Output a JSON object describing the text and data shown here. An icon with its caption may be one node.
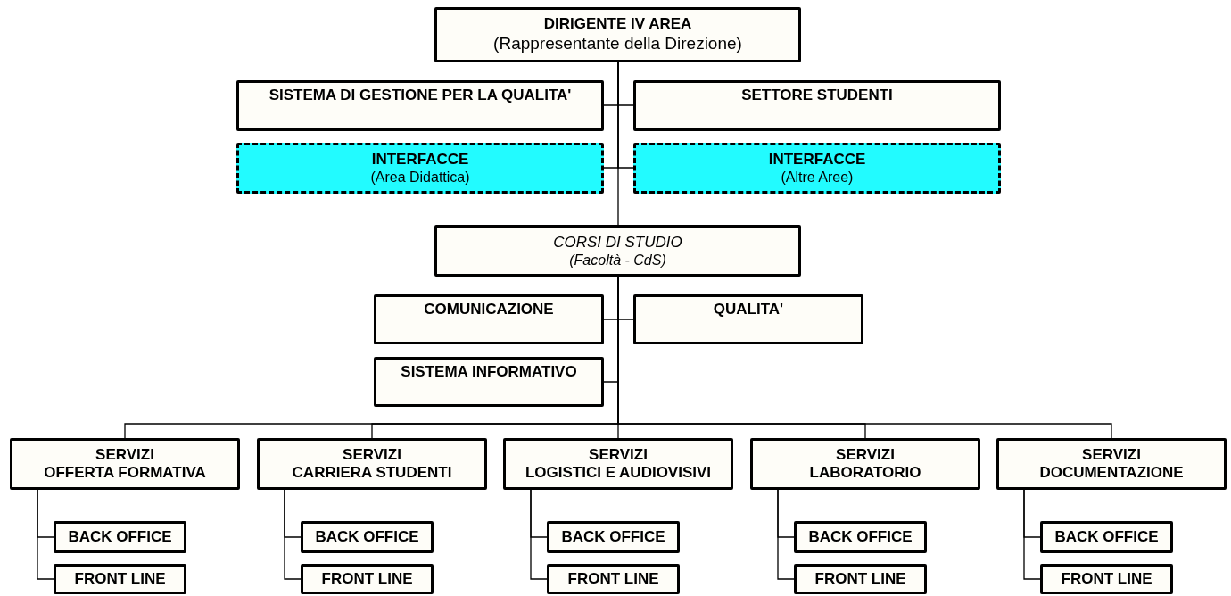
{
  "diagram": {
    "nodes": [
      {
        "text": [
          "DIRIGENTE IV AREA",
          "(Rappresentante della Direzione)"
        ]
      },
      {
        "text": [
          "SISTEMA DI GESTIONE PER LA QUALITA'"
        ]
      },
      {
        "text": [
          "SETTORE STUDENTI"
        ]
      },
      {
        "text": [
          "INTERFACCE",
          "(Area Didattica)"
        ]
      },
      {
        "text": [
          "INTERFACCE",
          "(Altre Aree)"
        ]
      },
      {
        "text": [
          "CORSI DI STUDIO",
          "(Facoltà - CdS)"
        ]
      },
      {
        "text": [
          "COMUNICAZIONE"
        ]
      },
      {
        "text": [
          "QUALITA'"
        ]
      },
      {
        "text": [
          "SISTEMA INFORMATIVO"
        ]
      },
      {
        "text": [
          "SERVIZI",
          "OFFERTA FORMATIVA"
        ]
      },
      {
        "text": [
          "SERVIZI",
          "CARRIERA STUDENTI"
        ]
      },
      {
        "text": [
          "SERVIZI",
          "LOGISTICI E AUDIOVISIVI"
        ]
      },
      {
        "text": [
          "SERVIZI",
          "LABORATORIO"
        ]
      },
      {
        "text": [
          "SERVIZI",
          "DOCUMENTAZIONE"
        ]
      },
      {
        "text": [
          "BACK OFFICE"
        ]
      },
      {
        "text": [
          "FRONT LINE"
        ]
      },
      {
        "text": [
          "BACK OFFICE"
        ]
      },
      {
        "text": [
          "FRONT LINE"
        ]
      },
      {
        "text": [
          "BACK OFFICE"
        ]
      },
      {
        "text": [
          "FRONT LINE"
        ]
      },
      {
        "text": [
          "BACK OFFICE"
        ]
      },
      {
        "text": [
          "FRONT LINE"
        ]
      },
      {
        "text": [
          "BACK OFFICE"
        ]
      },
      {
        "text": [
          "FRONT LINE"
        ]
      }
    ],
    "edges": [
      {
        "from": 0,
        "to": 1,
        "arrow": "none"
      },
      {
        "from": 0,
        "to": 2,
        "arrow": "none"
      },
      {
        "from": 0,
        "to": 3,
        "arrow": "none"
      },
      {
        "from": 0,
        "to": 4,
        "arrow": "none"
      },
      {
        "from": 0,
        "to": 5,
        "arrow": "none"
      },
      {
        "from": 5,
        "to": 6,
        "arrow": "none"
      },
      {
        "from": 5,
        "to": 7,
        "arrow": "none"
      },
      {
        "from": 5,
        "to": 8,
        "arrow": "none"
      },
      {
        "from": 5,
        "to": 9,
        "arrow": "none"
      },
      {
        "from": 5,
        "to": 10,
        "arrow": "none"
      },
      {
        "from": 5,
        "to": 11,
        "arrow": "none"
      },
      {
        "from": 5,
        "to": 12,
        "arrow": "none"
      },
      {
        "from": 5,
        "to": 13,
        "arrow": "none"
      },
      {
        "from": 9,
        "to": 14,
        "arrow": "none"
      },
      {
        "from": 9,
        "to": 15,
        "arrow": "none"
      },
      {
        "from": 10,
        "to": 16,
        "arrow": "none"
      },
      {
        "from": 10,
        "to": 17,
        "arrow": "none"
      },
      {
        "from": 11,
        "to": 18,
        "arrow": "none"
      },
      {
        "from": 11,
        "to": 19,
        "arrow": "none"
      },
      {
        "from": 12,
        "to": 20,
        "arrow": "none"
      },
      {
        "from": 12,
        "to": 21,
        "arrow": "none"
      },
      {
        "from": 13,
        "to": 22,
        "arrow": "none"
      },
      {
        "from": 13,
        "to": 23,
        "arrow": "none"
      }
    ]
  }
}
